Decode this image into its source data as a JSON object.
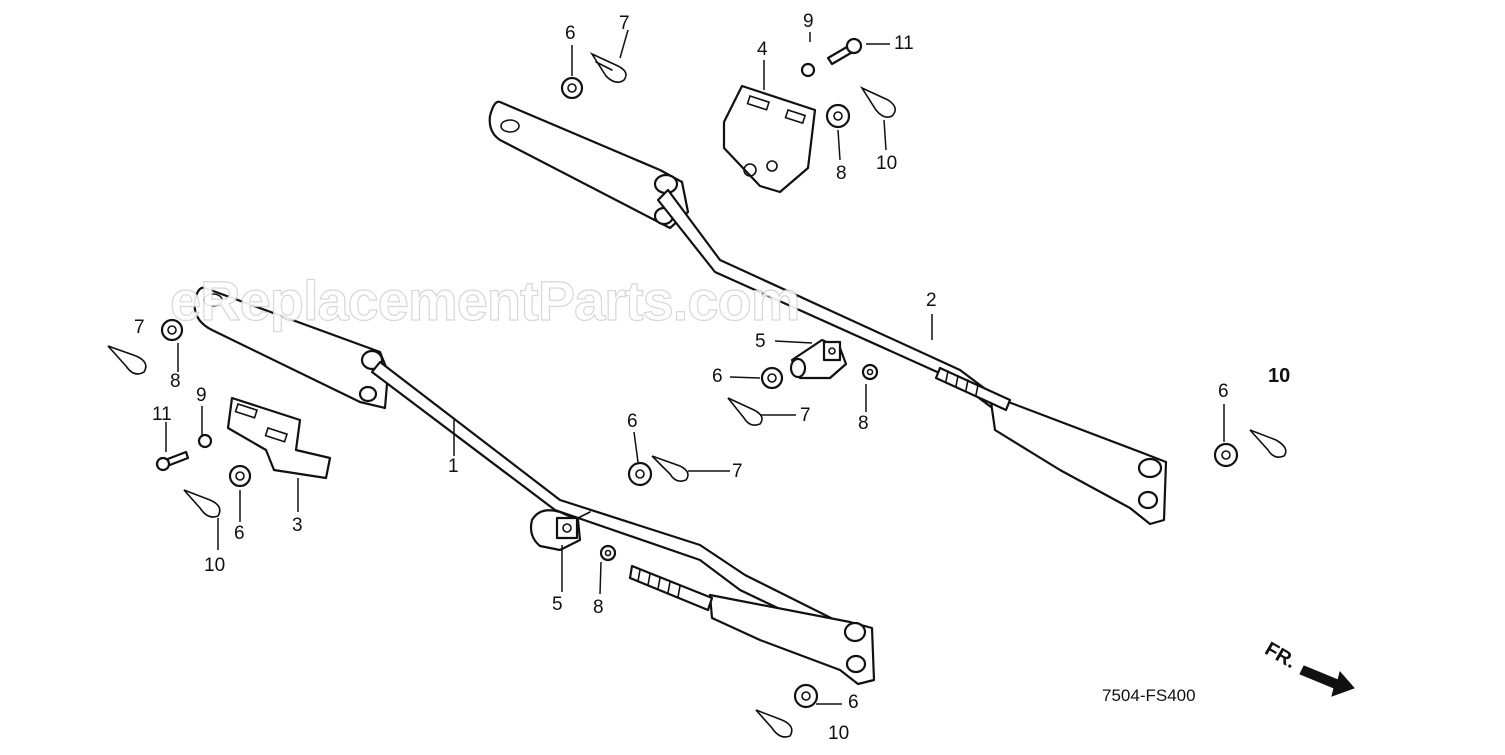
{
  "watermark": "eReplacementParts.com",
  "diagram_code": "7504-FS400",
  "direction_label": "FR.",
  "callouts": {
    "c1": "1",
    "c2": "2",
    "c3": "3",
    "c4": "4",
    "c5a": "5",
    "c5b": "5",
    "c6a": "6",
    "c6b": "6",
    "c6c": "6",
    "c6d": "6",
    "c6e": "6",
    "c6f": "6",
    "c7a": "7",
    "c7b": "7",
    "c7c": "7",
    "c7d": "7",
    "c8a": "8",
    "c8b": "8",
    "c8c": "8",
    "c8d": "8",
    "c9a": "9",
    "c9b": "9",
    "c10a": "10",
    "c10b": "10",
    "c10c": "10",
    "c10d": "10",
    "c11a": "11",
    "c11b": "11"
  }
}
